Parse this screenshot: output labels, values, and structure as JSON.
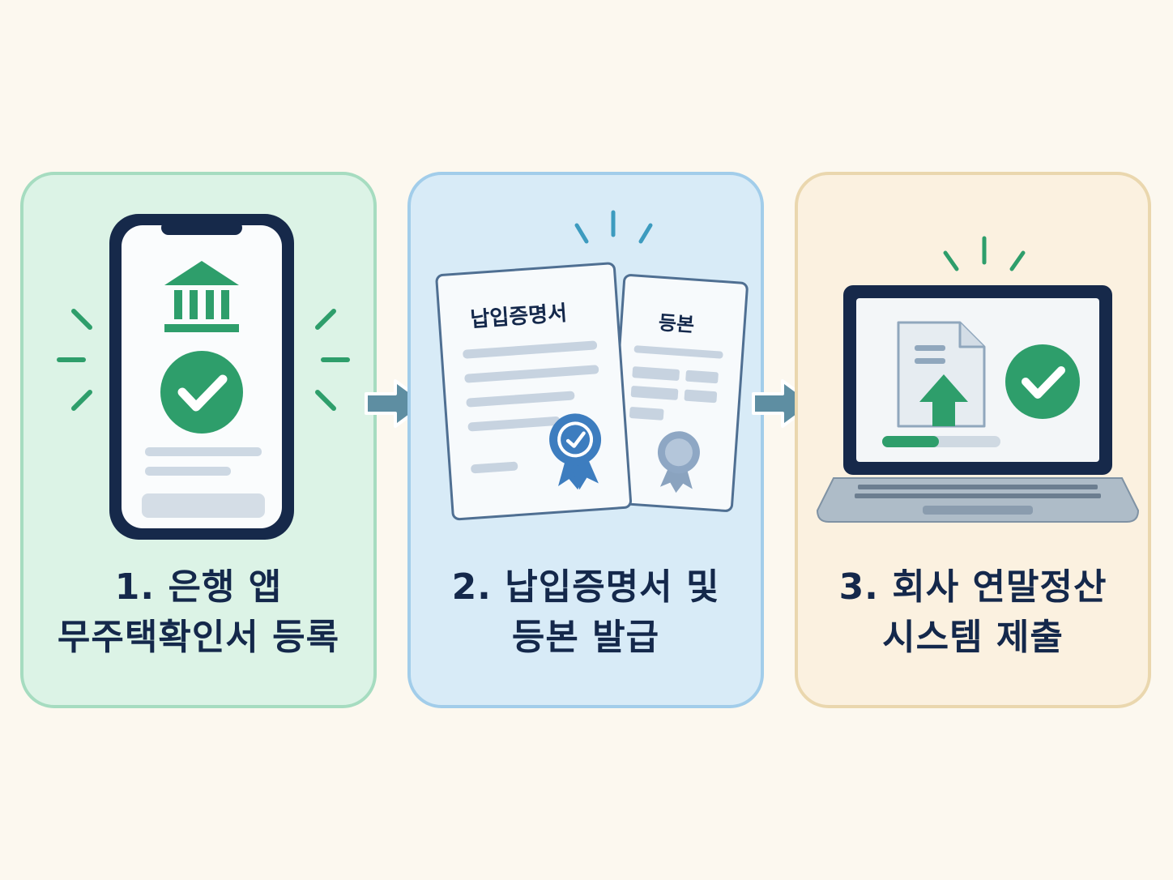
{
  "steps": [
    {
      "number": "1.",
      "title_line1": "은행 앱",
      "title_line2": "무주택확인서 등록"
    },
    {
      "number": "2.",
      "title_line1": "납입증명서 및",
      "title_line2": "등본 발급",
      "doc_left_title": "납입증명서",
      "doc_right_title": "등본"
    },
    {
      "number": "3.",
      "title_line1": "회사 연말정산",
      "title_line2": "시스템 제출"
    }
  ],
  "icons": {
    "step1": [
      "smartphone-icon",
      "bank-icon",
      "check-circle-icon"
    ],
    "step2": [
      "document-icon",
      "award-ribbon-icon"
    ],
    "step3": [
      "laptop-icon",
      "upload-icon",
      "check-circle-icon"
    ],
    "flow": "arrow-right-icon"
  },
  "colors": {
    "navy": "#14284b",
    "green": "#2e9e6b",
    "blue_badge": "#3d7dbf",
    "card1_bg": "#dcf3e6",
    "card2_bg": "#d8ebf7",
    "card3_bg": "#fbf1e0",
    "arrow": "#5e8ea2"
  }
}
